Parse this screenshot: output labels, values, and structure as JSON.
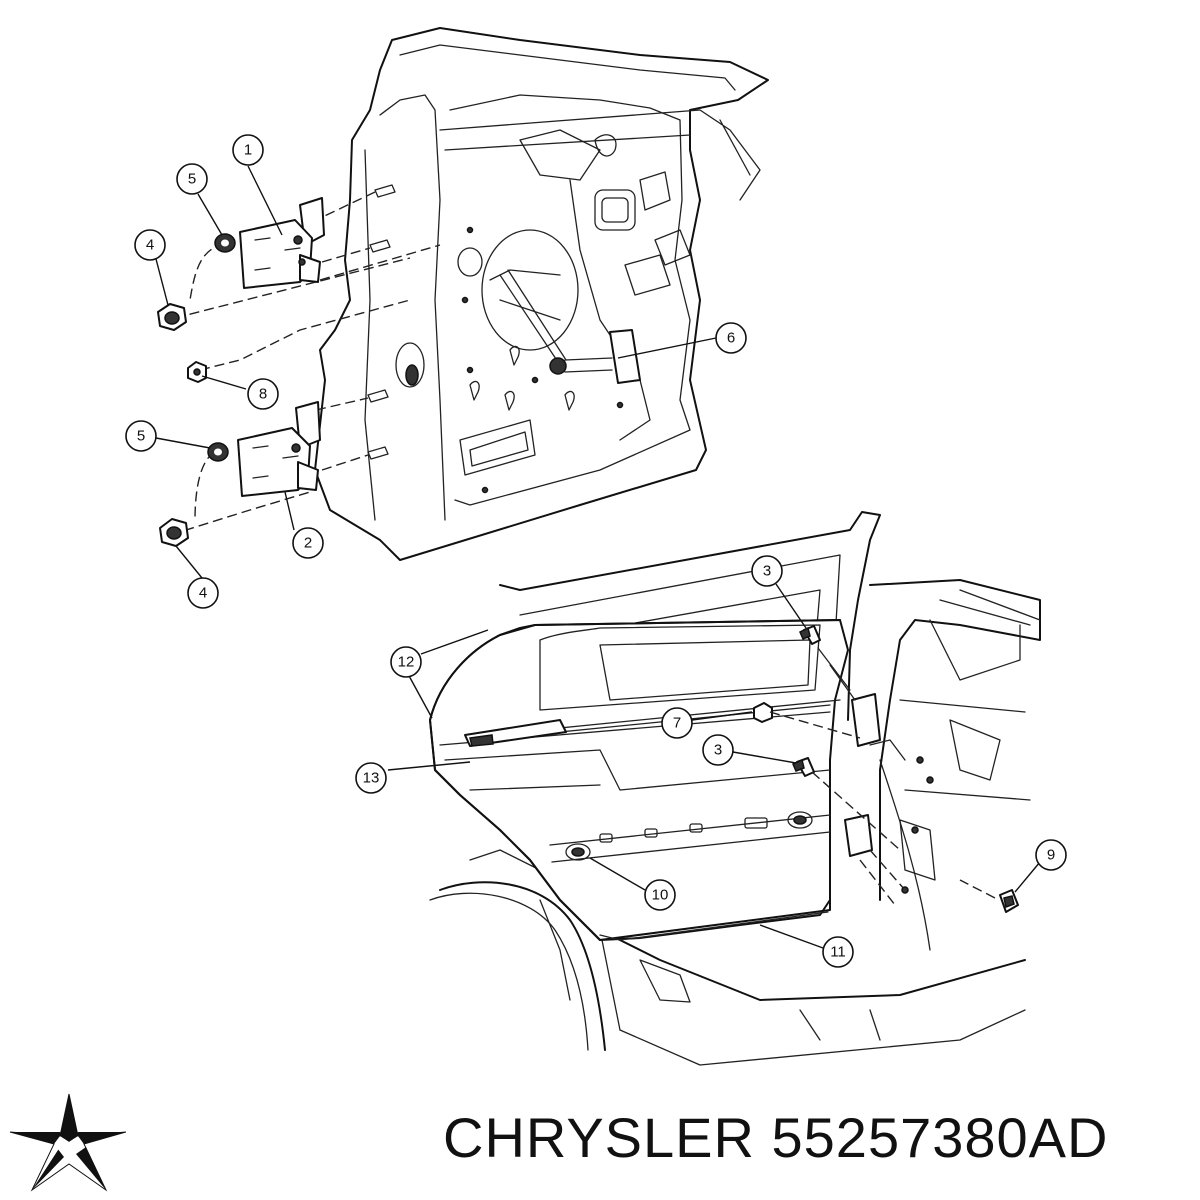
{
  "diagram": {
    "callouts": [
      {
        "id": "c1a",
        "label": "1"
      },
      {
        "id": "c5a",
        "label": "5"
      },
      {
        "id": "c4a",
        "label": "4"
      },
      {
        "id": "c6",
        "label": "6"
      },
      {
        "id": "c8",
        "label": "8"
      },
      {
        "id": "c5b",
        "label": "5"
      },
      {
        "id": "c2",
        "label": "2"
      },
      {
        "id": "c4b",
        "label": "4"
      },
      {
        "id": "c3a",
        "label": "3"
      },
      {
        "id": "c12",
        "label": "12"
      },
      {
        "id": "c7",
        "label": "7"
      },
      {
        "id": "c3b",
        "label": "3"
      },
      {
        "id": "c13",
        "label": "13"
      },
      {
        "id": "c9",
        "label": "9"
      },
      {
        "id": "c10",
        "label": "10"
      },
      {
        "id": "c11",
        "label": "11"
      }
    ]
  },
  "footer": {
    "brand_text": "CHRYSLER 55257380AD",
    "logo_icon": "pentastar-logo-icon"
  },
  "colors": {
    "line": "#111111",
    "background": "#ffffff"
  }
}
